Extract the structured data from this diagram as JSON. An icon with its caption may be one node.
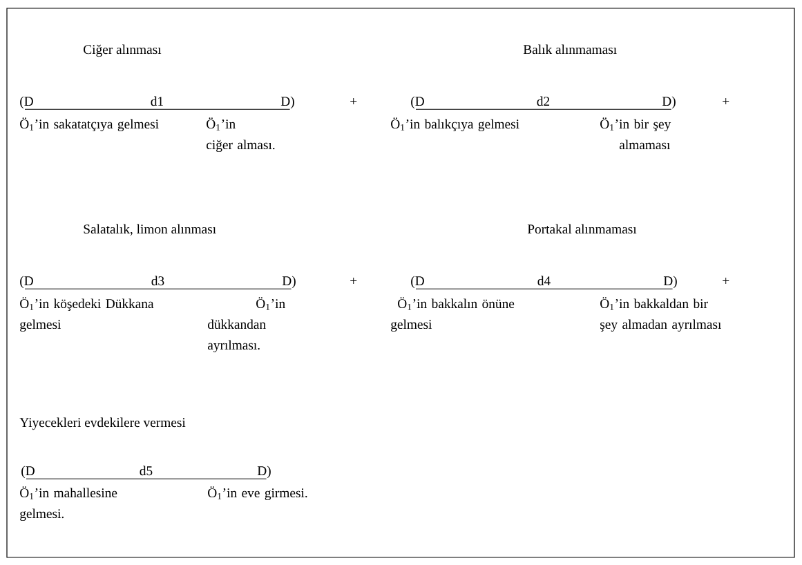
{
  "diagram": {
    "nodes": [
      {
        "text": [
          "(D"
        ],
        "beside": [
          "Ö$_{1}$’in sakatatçıya gelmesi"
        ]
      },
      {
        "text": [
          "D)"
        ],
        "beside": [
          "Ö$_{1}$’in ciğer alması."
        ]
      },
      {
        "text": [
          "(D"
        ],
        "beside": [
          "Ö$_{1}$’in balıkçıya gelmesi"
        ]
      },
      {
        "text": [
          "D)"
        ],
        "beside": [
          "Ö$_{1}$’in bir şey almaması"
        ]
      },
      {
        "text": [
          "(D"
        ],
        "beside": [
          "Ö$_{1}$’in köşedeki Dükkana gelmesi"
        ]
      },
      {
        "text": [
          "D)"
        ],
        "beside": [
          "Ö$_{1}$’in dükkandan ayrılması."
        ]
      },
      {
        "text": [
          "(D"
        ],
        "beside": [
          "Ö$_{1}$’in bakkalın önüne gelmesi"
        ]
      },
      {
        "text": [
          "D)"
        ],
        "beside": [
          "Ö$_{1}$’in bakkaldan bir şey almadan ayrılması"
        ]
      },
      {
        "text": [
          "(D"
        ],
        "beside": [
          "Ö$_{1}$’in mahallesine gelmesi."
        ]
      },
      {
        "text": [
          "D)"
        ],
        "beside": [
          "Ö$_{1}$’in eve girmesi."
        ]
      }
    ],
    "edges": [
      {
        "from": 0,
        "to": 1,
        "arrow": "none",
        "label": "d1"
      },
      {
        "from": 2,
        "to": 3,
        "arrow": "none",
        "label": "d2"
      },
      {
        "from": 4,
        "to": 5,
        "arrow": "none",
        "label": "d3"
      },
      {
        "from": 6,
        "to": 7,
        "arrow": "none",
        "label": "d4"
      },
      {
        "from": 8,
        "to": 9,
        "arrow": "none",
        "label": "d5"
      }
    ],
    "labels": [
      "Ciğer alınması",
      "Balık alınmaması",
      "+",
      "+",
      "Salatalık, limon alınması",
      "Portakal alınmaması",
      "+",
      "+",
      "Yiyecekleri evdekilere vermesi"
    ]
  }
}
